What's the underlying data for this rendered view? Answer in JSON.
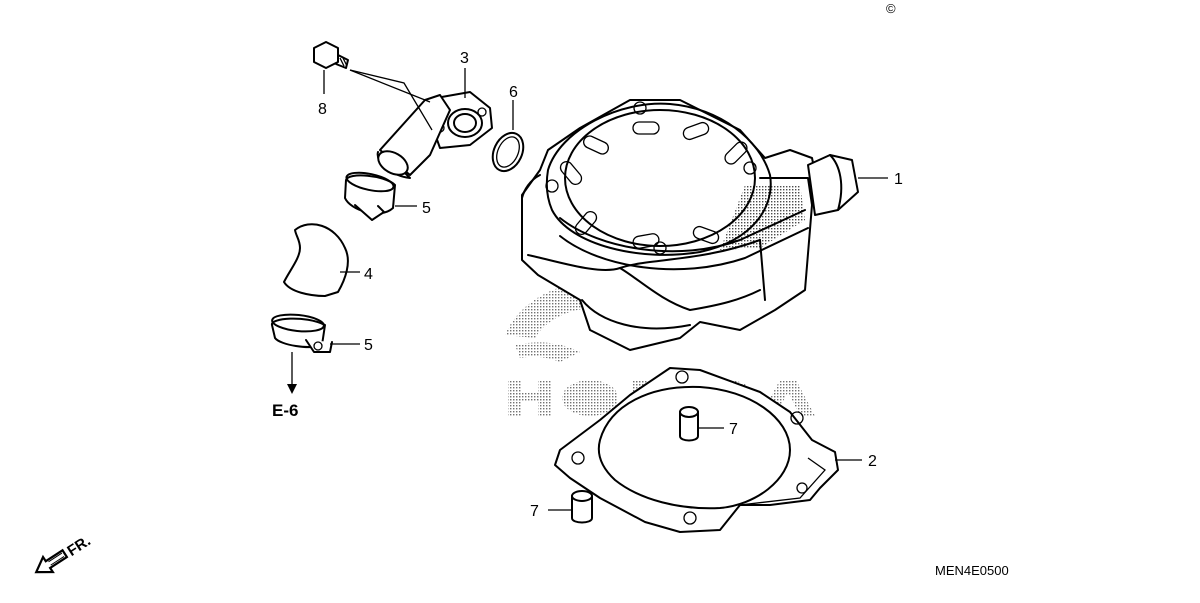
{
  "copyright_symbol": "©",
  "callouts": {
    "c1": "1",
    "c2": "2",
    "c3": "3",
    "c4": "4",
    "c5a": "5",
    "c5b": "5",
    "c6": "6",
    "c7a": "7",
    "c7b": "7",
    "c8": "8"
  },
  "reference": "E-6",
  "front_label": "FR.",
  "diagram_code": "MEN4E0500"
}
